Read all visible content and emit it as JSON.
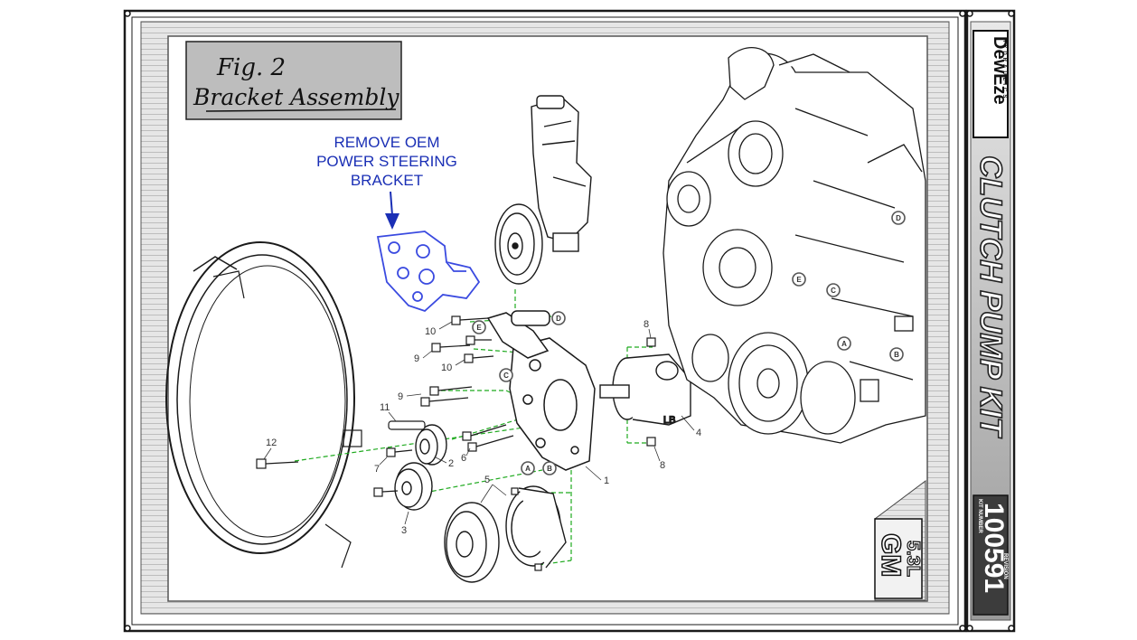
{
  "figure": {
    "title_line1": "Fig. 2",
    "title_line2": "Bracket Assembly"
  },
  "note": {
    "line1": "REMOVE OEM",
    "line2": "POWER STEERING",
    "line3": "BRACKET"
  },
  "brand": {
    "name": "DewEze",
    "sub": "HYDRAULICS"
  },
  "product_title": "CLUTCH PUMP KIT",
  "kit": {
    "label": "KIT NUMBER",
    "number": "100591",
    "rev_label": "REVISION"
  },
  "gm_badge": {
    "line1": "GM",
    "line2": "5.3L"
  },
  "part_numbers": {
    "p1": "1",
    "p2": "2",
    "p3": "3",
    "p4": "4",
    "p5": "5",
    "p6": "6",
    "p7": "7",
    "p8a": "8",
    "p8b": "8",
    "p9a": "9",
    "p9b": "9",
    "p10a": "10",
    "p10b": "10",
    "p11": "11",
    "p12": "12"
  },
  "callouts": {
    "A": "A",
    "B": "B",
    "C": "C",
    "D": "D",
    "E": "E"
  },
  "pump_marking": "LB",
  "colors": {
    "frame_gray": "#b8b8b8",
    "panel_gray": "#c4c4c4",
    "line": "#1a1a1a",
    "guide_green": "#1faa1f",
    "callout_blue": "#1a2fb5",
    "bracket_blue": "#3a4ae0"
  }
}
